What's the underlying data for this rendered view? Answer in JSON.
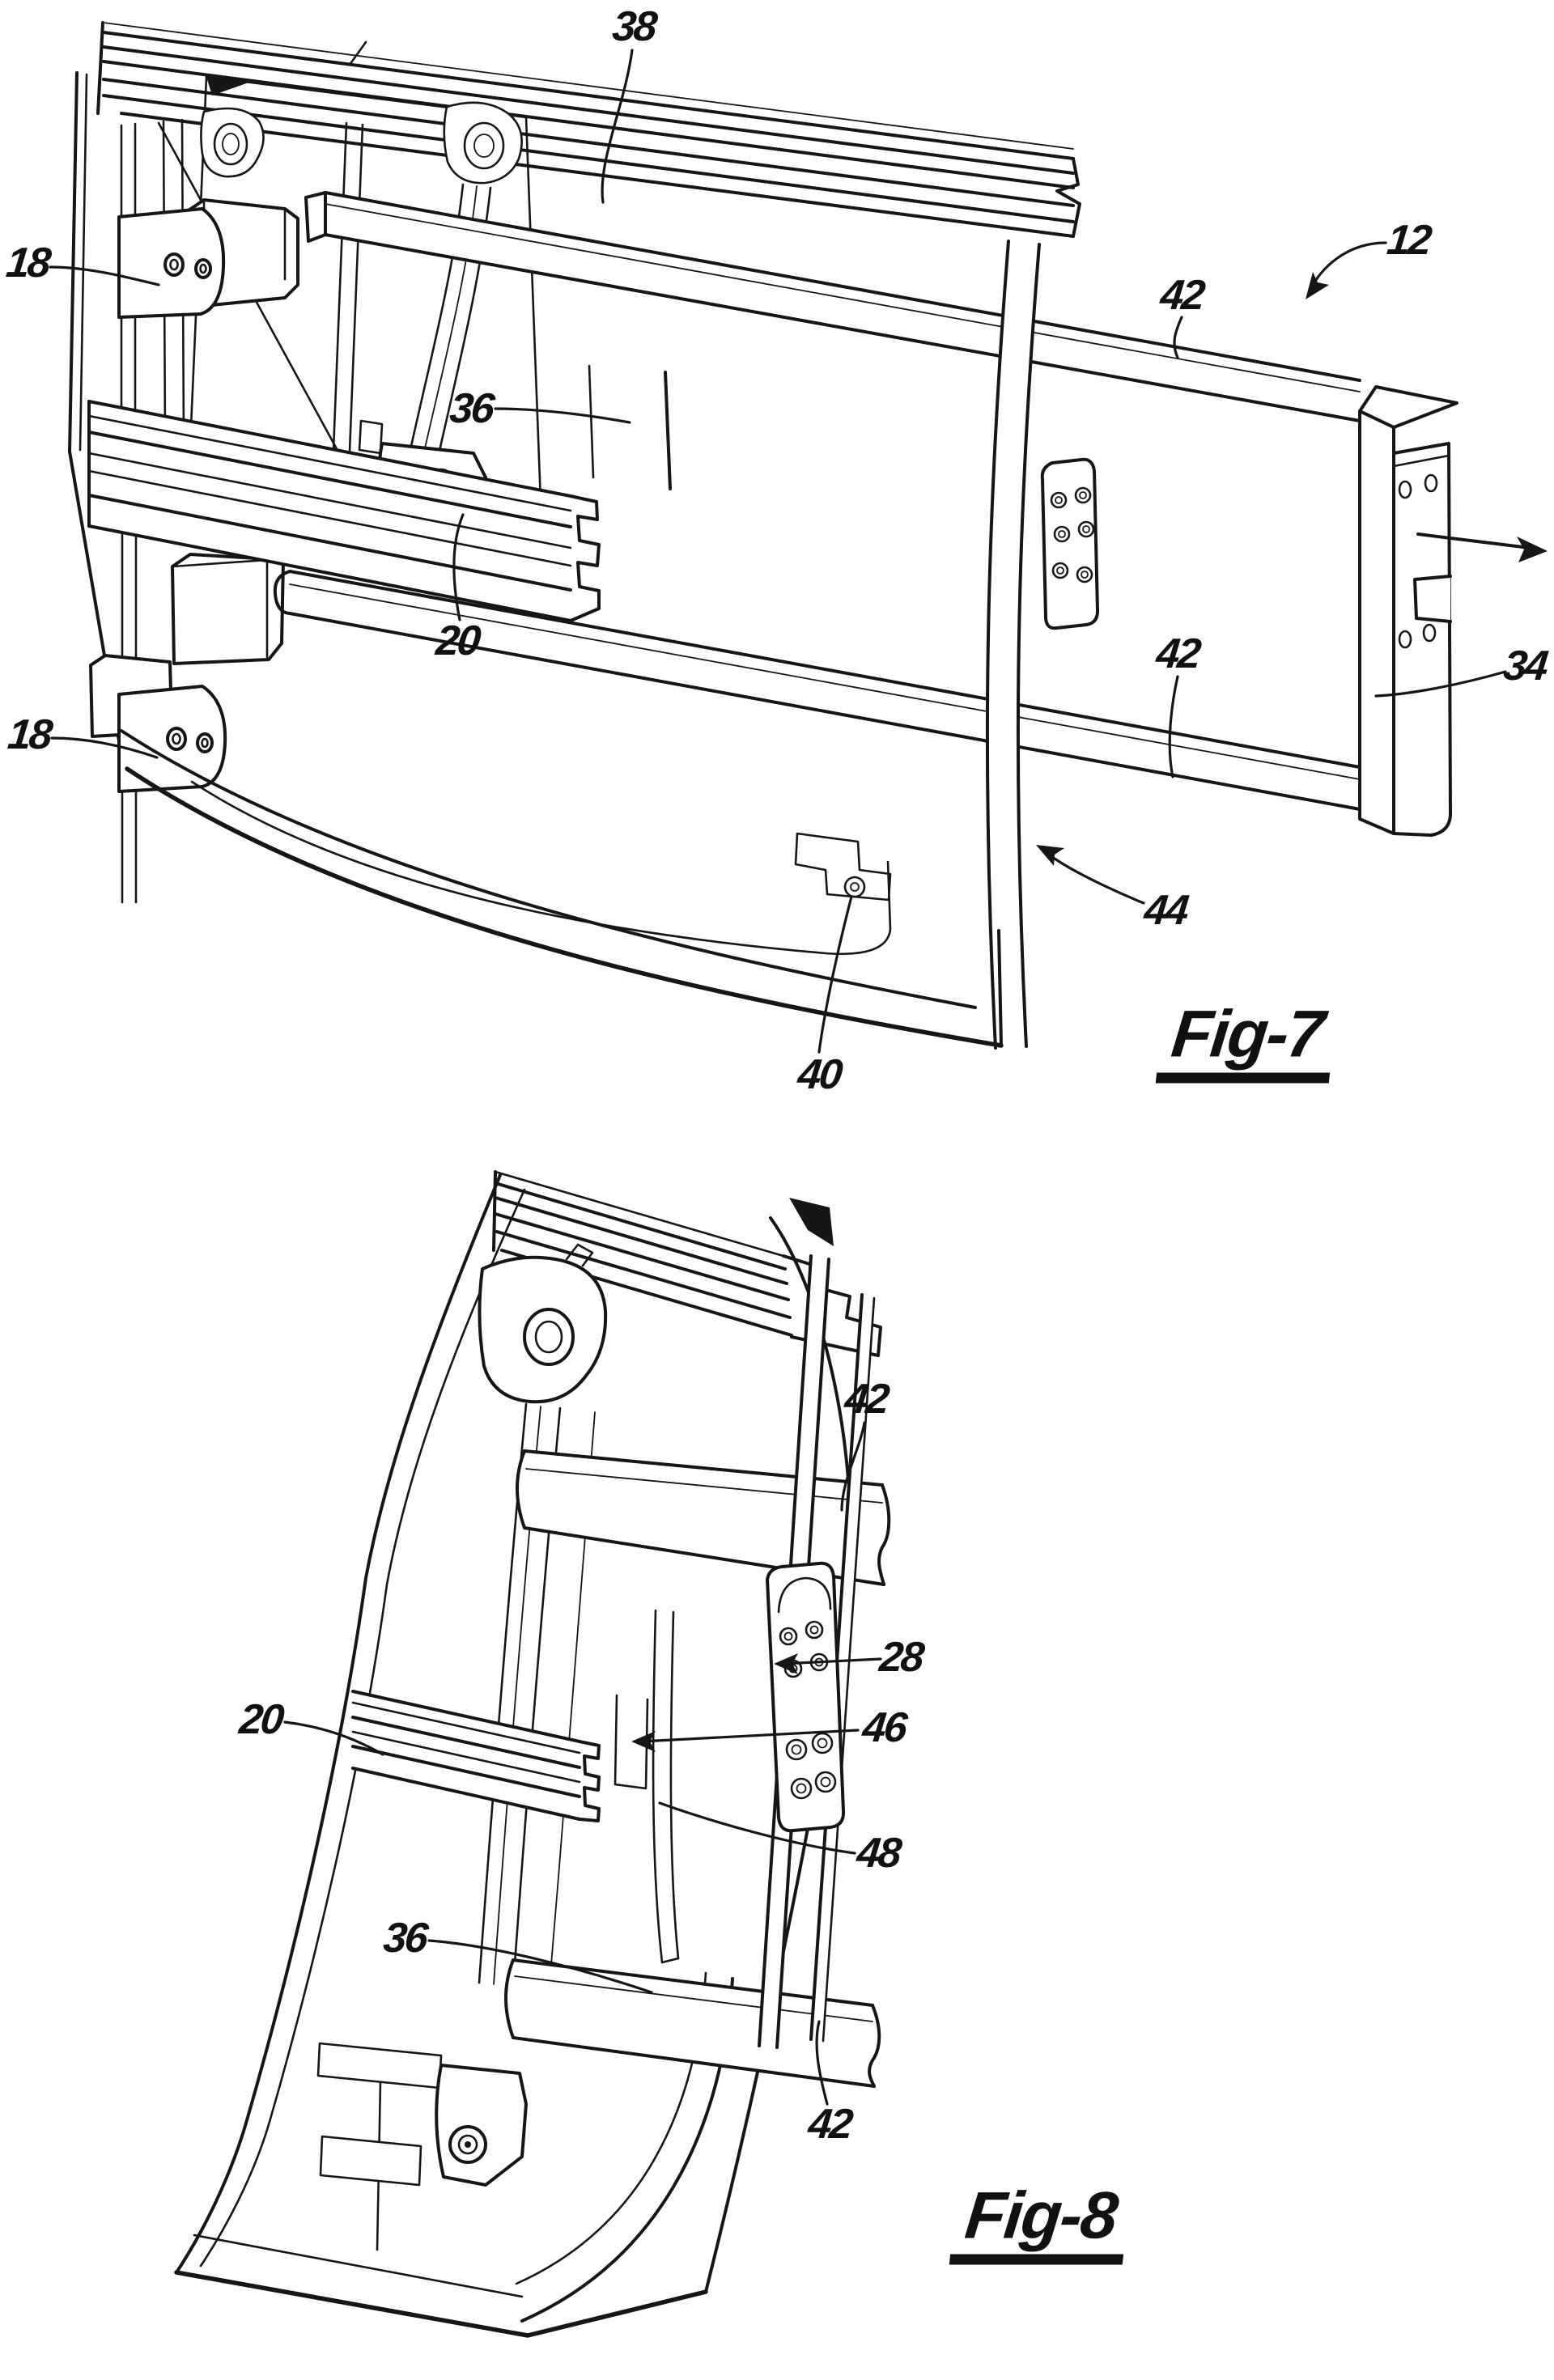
{
  "sheet": {
    "paper_color": "#ffffff",
    "ink_color": "#161616",
    "type": "patent-figure-sheet"
  },
  "fig7": {
    "caption": "Fig-7",
    "labels": [
      {
        "ref": "38"
      },
      {
        "ref": "12"
      },
      {
        "ref": "42"
      },
      {
        "ref": "18"
      },
      {
        "ref": "36"
      },
      {
        "ref": "20"
      },
      {
        "ref": "18"
      },
      {
        "ref": "42"
      },
      {
        "ref": "34"
      },
      {
        "ref": "44"
      },
      {
        "ref": "40"
      }
    ]
  },
  "fig8": {
    "caption": "Fig-8",
    "labels": [
      {
        "ref": "42"
      },
      {
        "ref": "28"
      },
      {
        "ref": "46"
      },
      {
        "ref": "20"
      },
      {
        "ref": "48"
      },
      {
        "ref": "36"
      },
      {
        "ref": "42"
      }
    ]
  }
}
